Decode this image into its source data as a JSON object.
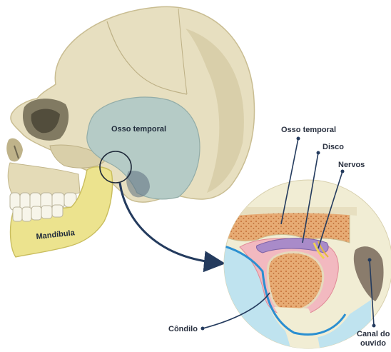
{
  "labels": {
    "osso_temporal_skull": "Osso temporal",
    "mandibula": "Mandíbula",
    "osso_temporal_zoom": "Osso temporal",
    "disco": "Disco",
    "nervos": "Nervos",
    "condilo": "Côndilo",
    "canal_line1": "Canal do",
    "canal_line2": "ouvido"
  },
  "colors": {
    "skull": "#e7dfc0",
    "skull_shadow": "#cfc49c",
    "temporal_bone": "#b5cbc6",
    "mandible": "#ece38e",
    "teeth": "#f7f5ea",
    "marrow": "#e2a56d",
    "cartilage_pink": "#f2b9c0",
    "disc_purple": "#a98bc9",
    "nerve_yellow": "#f0d154",
    "water_blue": "#bfe3ef",
    "outline_blue": "#2b8fd1",
    "arrow_navy": "#243b5e",
    "ear_canal": "#8a7c6c"
  }
}
